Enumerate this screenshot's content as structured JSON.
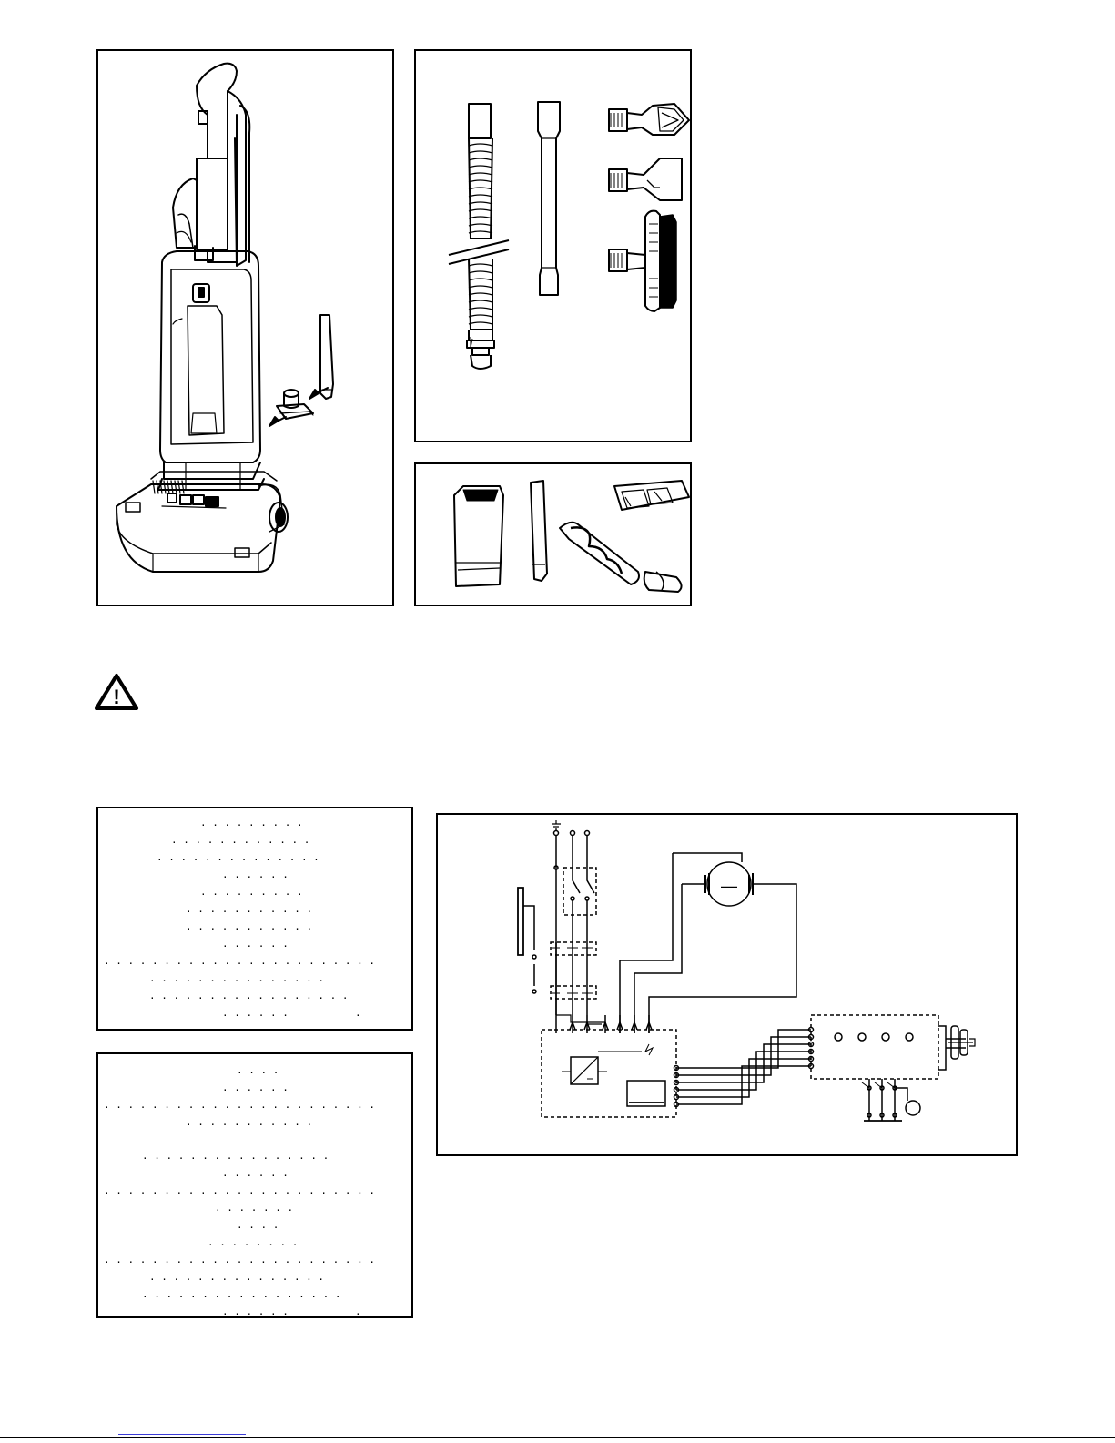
{
  "figures": {
    "machine_illustration": "upright-vacuum-illustration",
    "accessories_illustration": "accessory-tools-illustration",
    "consumables_illustration": "consumables-illustration",
    "wiring_diagram": "wiring-schematic",
    "warning_icon": "warning-triangle-icon"
  },
  "warning": {
    "symbol": "!"
  },
  "motor_symbol": "—",
  "colors": {
    "line": "#000000",
    "background": "#ffffff",
    "link": "#3b3bd6"
  }
}
